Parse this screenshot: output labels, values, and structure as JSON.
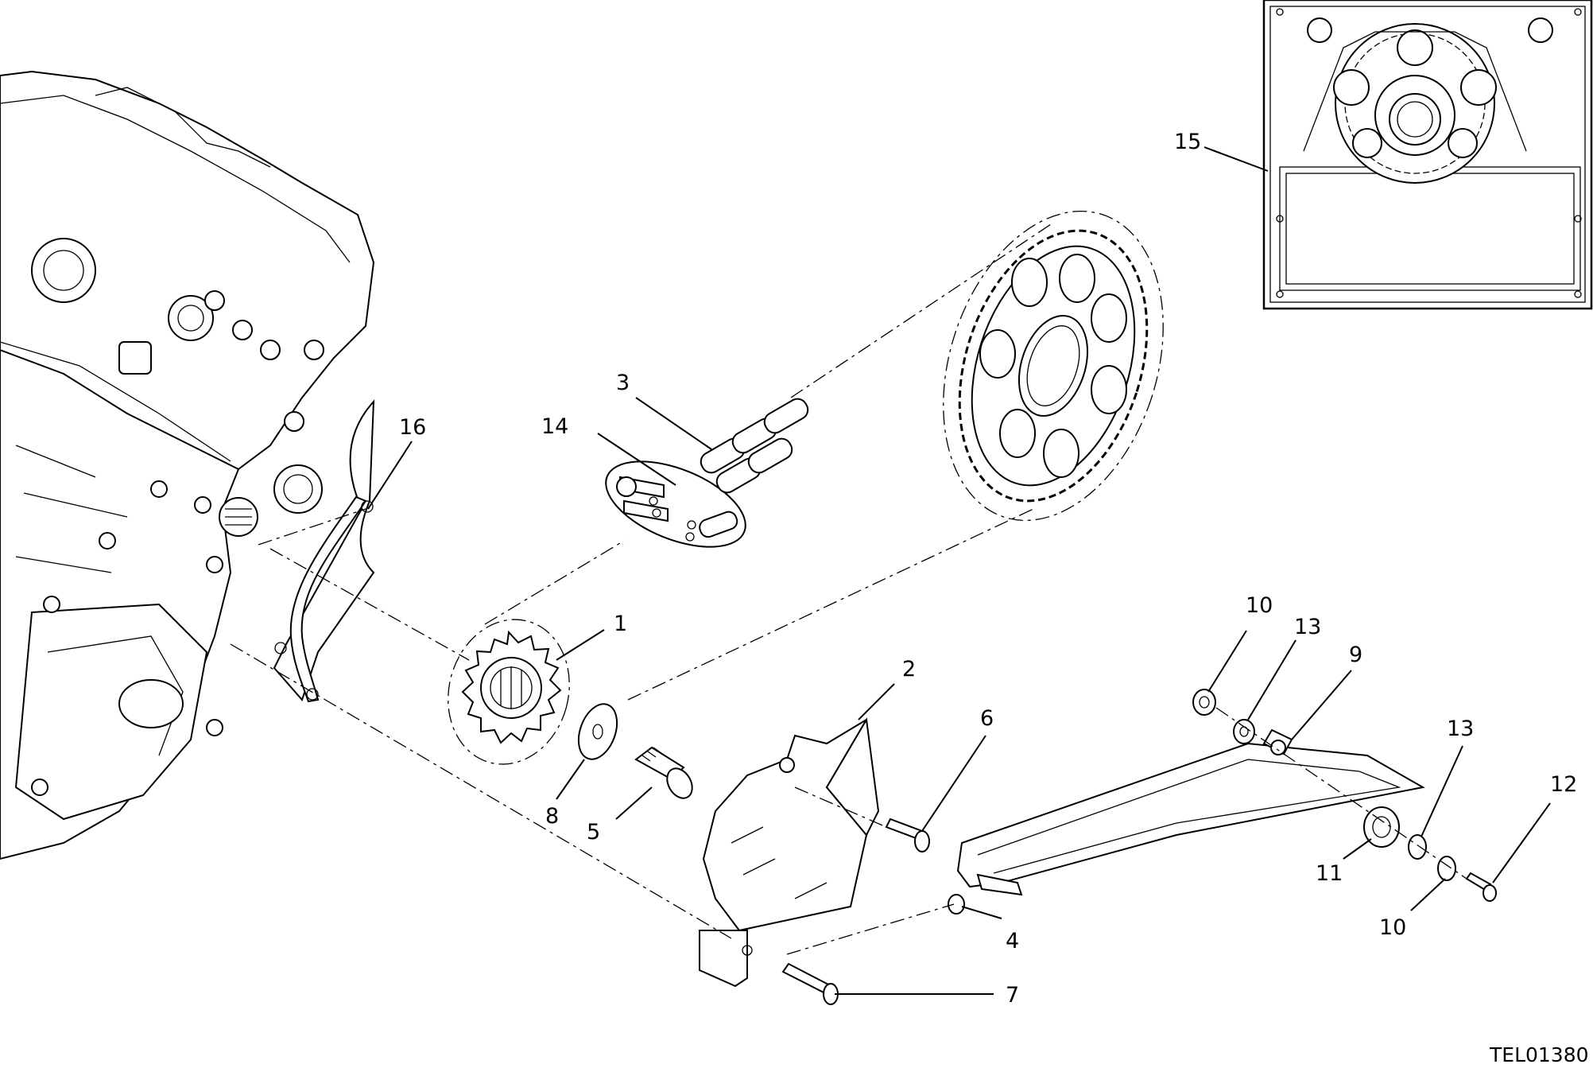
{
  "callouts": [
    {
      "id": "1",
      "text": "1"
    },
    {
      "id": "2",
      "text": "2"
    },
    {
      "id": "3",
      "text": "3"
    },
    {
      "id": "4",
      "text": "4"
    },
    {
      "id": "5",
      "text": "5"
    },
    {
      "id": "6",
      "text": "6"
    },
    {
      "id": "7",
      "text": "7"
    },
    {
      "id": "8",
      "text": "8"
    },
    {
      "id": "9",
      "text": "9"
    },
    {
      "id": "10a",
      "text": "10"
    },
    {
      "id": "10b",
      "text": "10"
    },
    {
      "id": "11",
      "text": "11"
    },
    {
      "id": "12",
      "text": "12"
    },
    {
      "id": "13a",
      "text": "13"
    },
    {
      "id": "13b",
      "text": "13"
    },
    {
      "id": "14",
      "text": "14"
    },
    {
      "id": "15",
      "text": "15"
    },
    {
      "id": "16",
      "text": "16"
    }
  ],
  "reference_code": "TEL01380"
}
